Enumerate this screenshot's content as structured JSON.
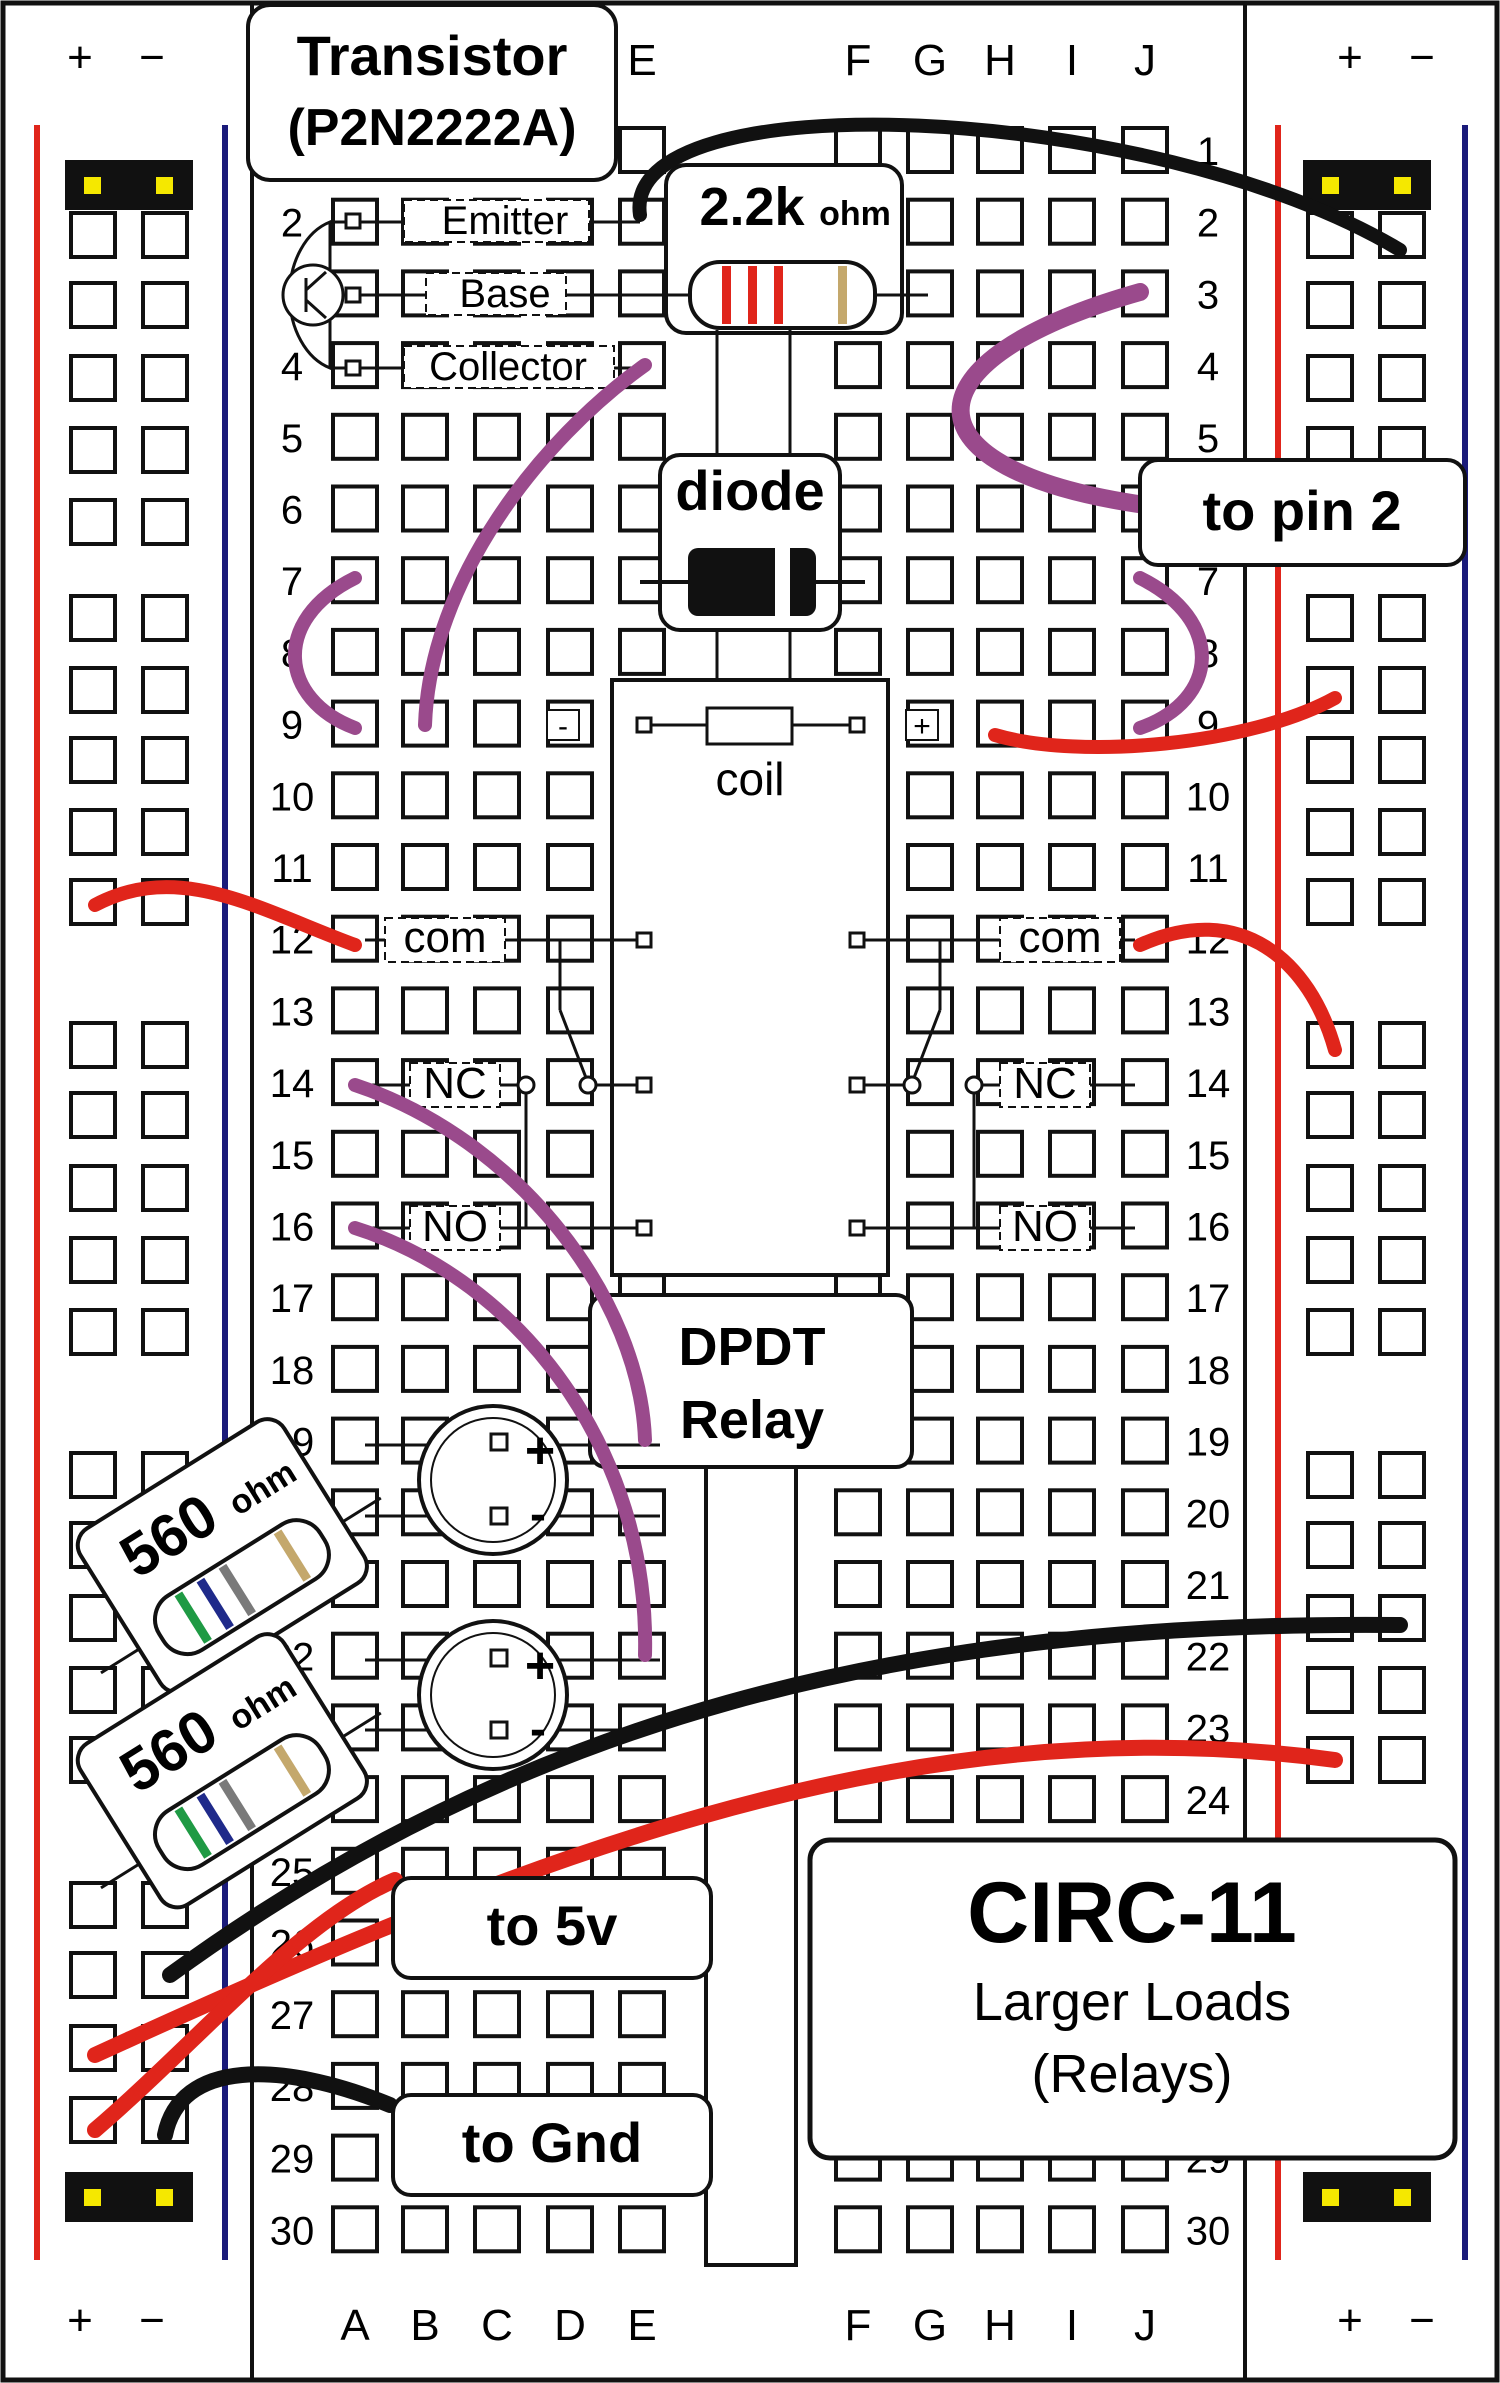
{
  "columns_left": [
    "A",
    "B",
    "C",
    "D",
    "E"
  ],
  "columns_right": [
    "F",
    "G",
    "H",
    "I",
    "J"
  ],
  "rows": [
    "1",
    "2",
    "3",
    "4",
    "5",
    "6",
    "7",
    "8",
    "9",
    "10",
    "11",
    "12",
    "13",
    "14",
    "15",
    "16",
    "17",
    "18",
    "19",
    "20",
    "21",
    "22",
    "23",
    "24",
    "25",
    "26",
    "27",
    "28",
    "29",
    "30"
  ],
  "rail_plus": "+",
  "rail_minus": "−",
  "transistor": {
    "title": "Transistor",
    "part": "(P2N2222A)",
    "pins": [
      "Emitter",
      "Base",
      "Collector"
    ]
  },
  "resistor_main": {
    "value": "2.2k",
    "unit": "ohm"
  },
  "diode_label": "diode",
  "relay": {
    "coil_label": "coil",
    "coil_minus": "-",
    "coil_plus": "+",
    "com": "com",
    "nc": "NC",
    "no": "NO",
    "title_line1": "DPDT",
    "title_line2": "Relay"
  },
  "led_plus": "+",
  "led_minus": "-",
  "resistor_led": {
    "value": "560",
    "unit": "ohm"
  },
  "callouts": {
    "to_pin2": "to pin 2",
    "to_5v": "to 5v",
    "to_gnd": "to Gnd"
  },
  "circuit": {
    "code": "CIRC-11",
    "name_line1": "Larger Loads",
    "name_line2": "(Relays)"
  },
  "colors": {
    "rail_red": "#e0251b",
    "rail_blue": "#1a1a7a",
    "wire_purple": "#9a4a8c",
    "wire_red": "#e0251b",
    "wire_black": "#111111",
    "connector_yellow": "#f5e800"
  }
}
